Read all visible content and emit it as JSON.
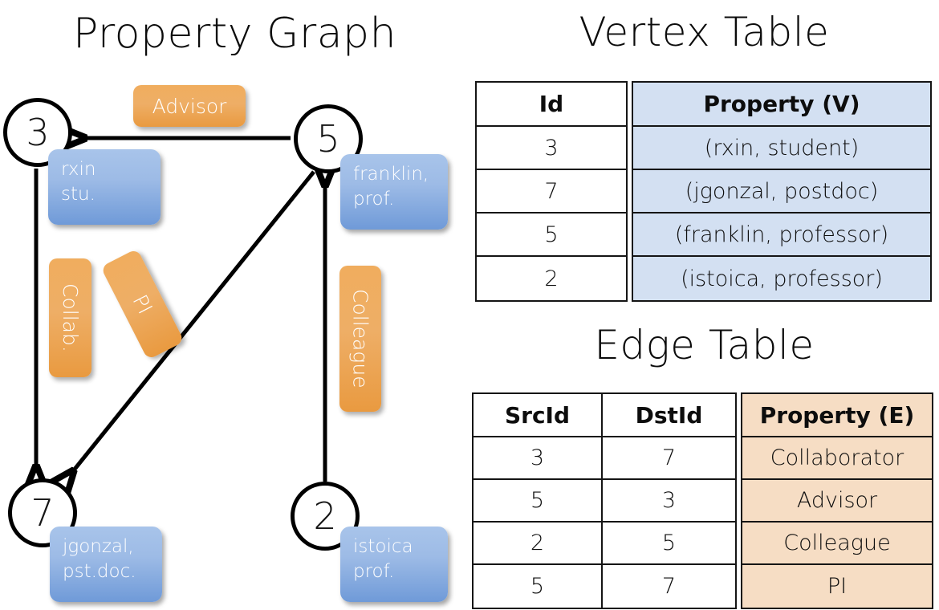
{
  "titles": {
    "property_graph": "Property Graph",
    "vertex_table": "Vertex Table",
    "edge_table": "Edge Table"
  },
  "colors": {
    "vertex_property_fill": "#d3e0f2",
    "edge_property_fill": "#f6ddc4",
    "vertex_box_blue": "#9dbbe6",
    "edge_label_orange": "#eeae66",
    "stroke": "#151515",
    "background": "#ffffff"
  },
  "graph": {
    "nodes": [
      {
        "id": "3",
        "property_lines": [
          "rxin",
          "stu."
        ]
      },
      {
        "id": "5",
        "property_lines": [
          "franklin,",
          "prof."
        ]
      },
      {
        "id": "7",
        "property_lines": [
          "jgonzal,",
          "pst.doc."
        ]
      },
      {
        "id": "2",
        "property_lines": [
          "istoica",
          "prof."
        ]
      }
    ],
    "edge_labels": [
      {
        "name": "advisor",
        "text": "Advisor",
        "orientation": "horizontal"
      },
      {
        "name": "collab",
        "text": "Collab.",
        "orientation": "vertical"
      },
      {
        "name": "pi",
        "text": "PI",
        "orientation": "vertical-rotated"
      },
      {
        "name": "colleague",
        "text": "Colleague",
        "orientation": "vertical"
      }
    ],
    "edges": [
      {
        "from": "5",
        "to": "3",
        "label": "Advisor"
      },
      {
        "from": "3",
        "to": "7",
        "label": "Collab."
      },
      {
        "from": "5",
        "to": "7",
        "label": "PI"
      },
      {
        "from": "2",
        "to": "5",
        "label": "Colleague"
      }
    ]
  },
  "vertex_table": {
    "headers": [
      "Id",
      "Property (V)"
    ],
    "rows": [
      {
        "id": "3",
        "property": "(rxin, student)"
      },
      {
        "id": "7",
        "property": "(jgonzal, postdoc)"
      },
      {
        "id": "5",
        "property": "(franklin, professor)"
      },
      {
        "id": "2",
        "property": "(istoica, professor)"
      }
    ]
  },
  "edge_table": {
    "headers": [
      "SrcId",
      "DstId",
      "Property (E)"
    ],
    "rows": [
      {
        "src": "3",
        "dst": "7",
        "property": "Collaborator"
      },
      {
        "src": "5",
        "dst": "3",
        "property": "Advisor"
      },
      {
        "src": "2",
        "dst": "5",
        "property": "Colleague"
      },
      {
        "src": "5",
        "dst": "7",
        "property": "PI"
      }
    ]
  }
}
